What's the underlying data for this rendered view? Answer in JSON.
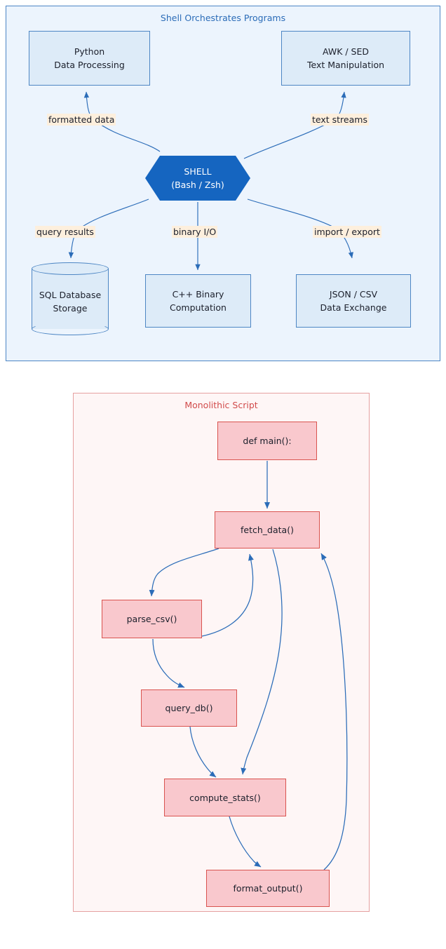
{
  "diagram": {
    "top": {
      "title": "Shell Orchestrates Programs",
      "accent_border": "#4D86C4",
      "accent_fill": "#ECF4FD",
      "node_fill": "#DDEBF8",
      "hub_fill": "#1565C0",
      "edge_label_fill": "#FDEFDD",
      "nodes": [
        {
          "id": "python",
          "line1": "Python",
          "line2": "Data Processing",
          "shape": "rect"
        },
        {
          "id": "awksed",
          "line1": "AWK / SED",
          "line2": "Text Manipulation",
          "shape": "rect"
        },
        {
          "id": "shell",
          "line1": "SHELL",
          "line2": "(Bash / Zsh)",
          "shape": "hexagon"
        },
        {
          "id": "sqldb",
          "line1": "SQL Database",
          "line2": "Storage",
          "shape": "cylinder"
        },
        {
          "id": "cpp",
          "line1": "C++ Binary",
          "line2": "Computation",
          "shape": "rect"
        },
        {
          "id": "jsoncsv",
          "line1": "JSON / CSV",
          "line2": "Data Exchange",
          "shape": "rect"
        }
      ],
      "edges": [
        {
          "from": "shell",
          "to": "python",
          "label": "formatted data"
        },
        {
          "from": "shell",
          "to": "awksed",
          "label": "text streams"
        },
        {
          "from": "shell",
          "to": "sqldb",
          "label": "query results"
        },
        {
          "from": "shell",
          "to": "cpp",
          "label": "binary I/O"
        },
        {
          "from": "shell",
          "to": "jsoncsv",
          "label": "import / export"
        }
      ]
    },
    "bottom": {
      "title": "Monolithic Script",
      "accent_border": "#E6A0A0",
      "accent_fill": "#FEF6F6",
      "node_fill": "#F9C8CD",
      "node_border": "#D9534F",
      "title_color": "#D14B4B",
      "nodes": [
        {
          "id": "main",
          "label": "def main():"
        },
        {
          "id": "fetch",
          "label": "fetch_data()"
        },
        {
          "id": "parse",
          "label": "parse_csv()"
        },
        {
          "id": "query",
          "label": "query_db()"
        },
        {
          "id": "compute",
          "label": "compute_stats()"
        },
        {
          "id": "format",
          "label": "format_output()"
        }
      ],
      "edges": [
        {
          "from": "main",
          "to": "fetch"
        },
        {
          "from": "fetch",
          "to": "parse"
        },
        {
          "from": "parse",
          "to": "query"
        },
        {
          "from": "parse",
          "to": "fetch"
        },
        {
          "from": "query",
          "to": "compute"
        },
        {
          "from": "fetch",
          "to": "compute"
        },
        {
          "from": "compute",
          "to": "format"
        },
        {
          "from": "format",
          "to": "fetch"
        }
      ]
    }
  }
}
